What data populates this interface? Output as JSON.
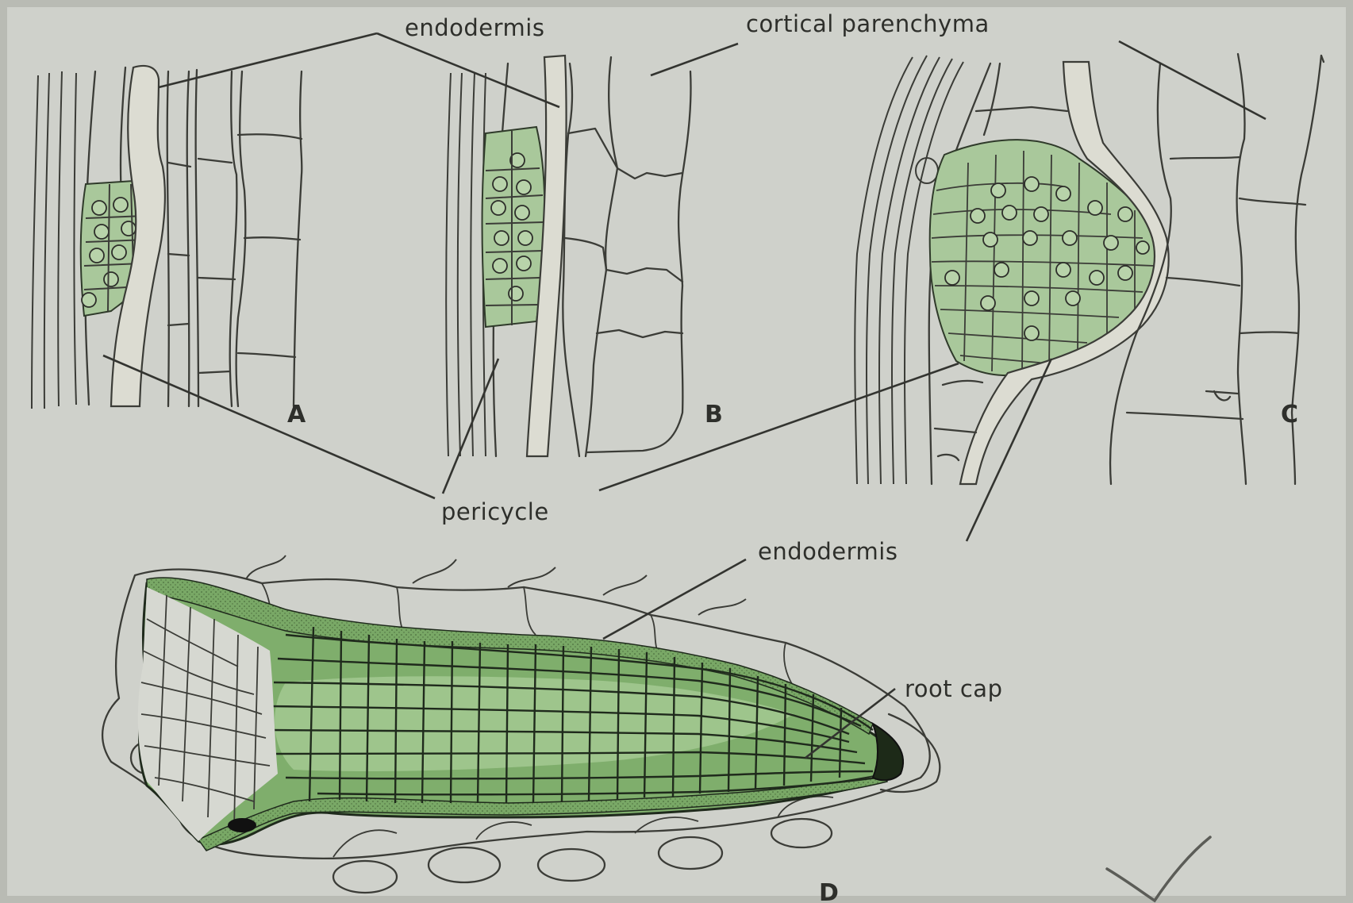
{
  "labels": {
    "endodermis_top": "endodermis",
    "cortical_parenchyma": "cortical parenchyma",
    "pericycle": "pericycle",
    "endodermis_bottom": "endodermis",
    "root_cap": "root cap"
  },
  "panels": {
    "a": "A",
    "b": "B",
    "c": "C",
    "d": "D"
  },
  "colors": {
    "background": "#cfd1cb",
    "primordium_green": "#a9c89b",
    "dark_green": "#6f9e5c",
    "ink": "#3b3c37"
  }
}
